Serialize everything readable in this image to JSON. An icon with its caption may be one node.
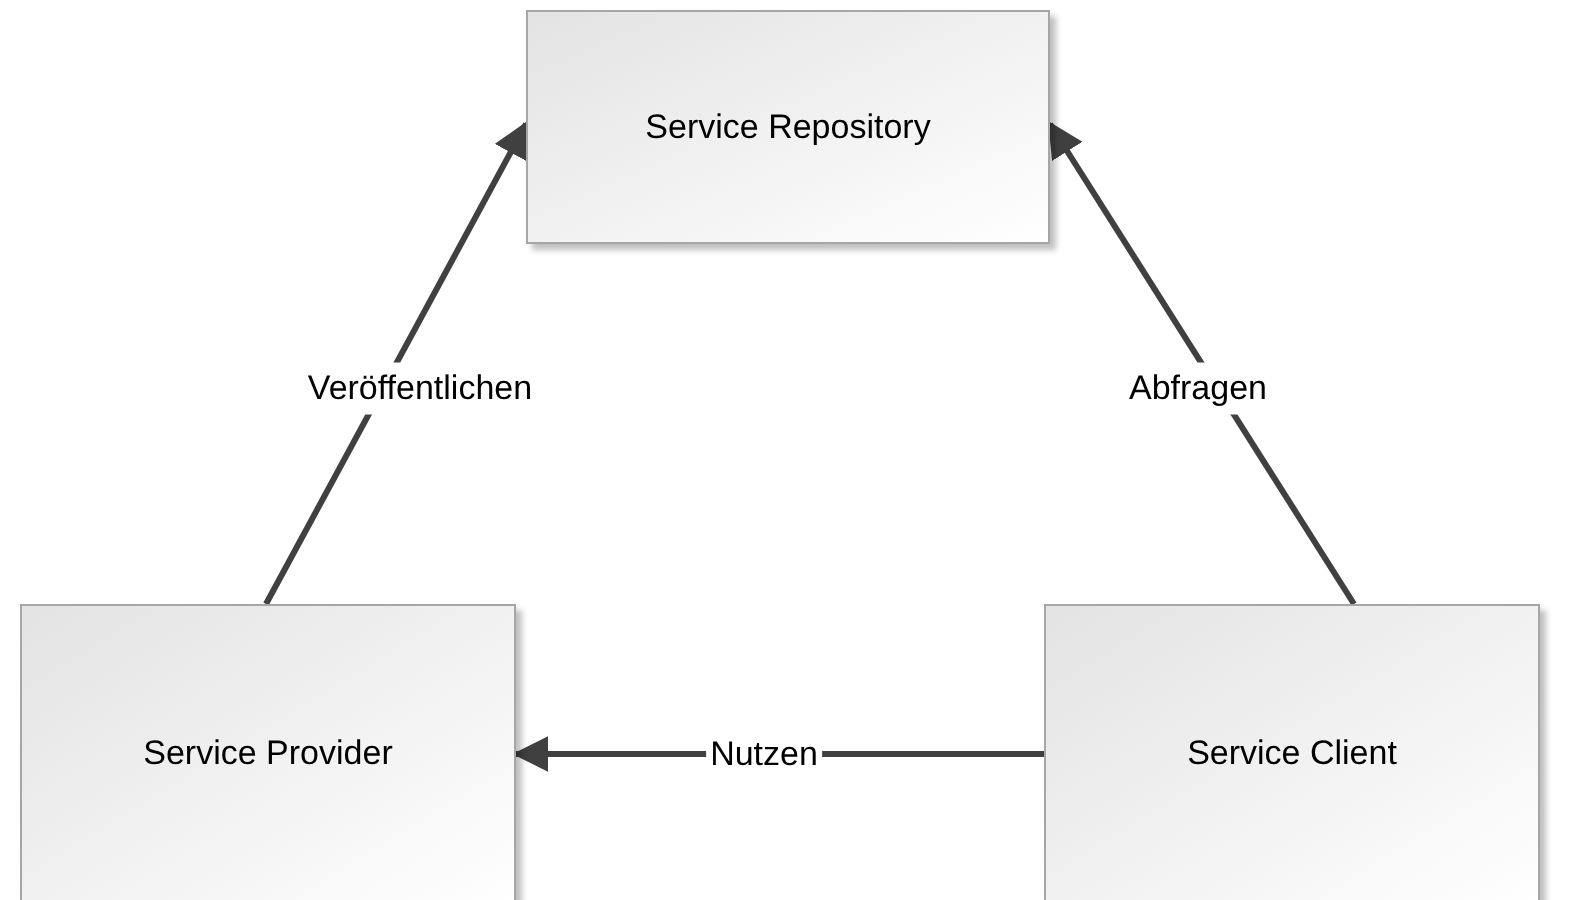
{
  "diagram": {
    "nodes": [
      {
        "text": [
          "Service Repository"
        ]
      },
      {
        "text": [
          "Service Provider"
        ]
      },
      {
        "text": [
          "Service Client"
        ]
      }
    ],
    "edges": [
      {
        "from": 1,
        "to": 0,
        "arrow": "to",
        "label": "Veröffentlichen"
      },
      {
        "from": 2,
        "to": 0,
        "arrow": "to",
        "label": "Abfragen"
      },
      {
        "from": 2,
        "to": 1,
        "arrow": "to",
        "label": "Nutzen"
      }
    ]
  }
}
